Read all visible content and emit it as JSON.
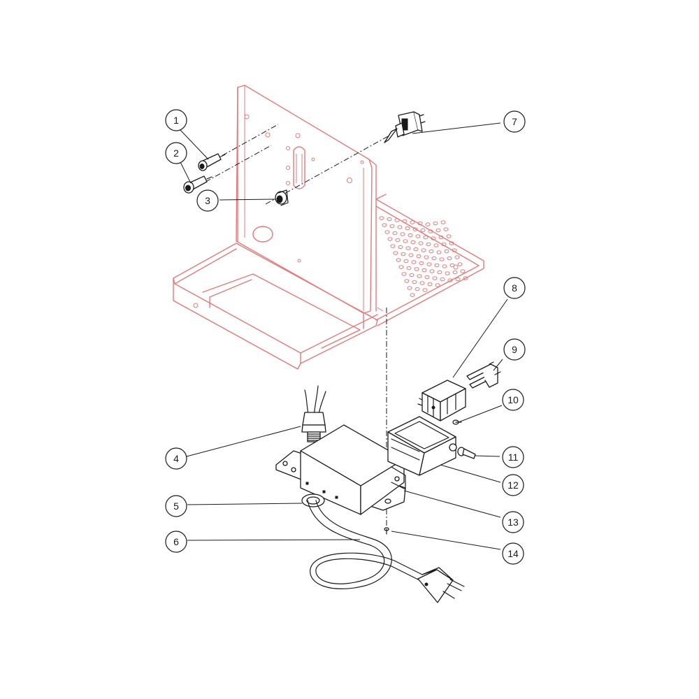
{
  "callouts": [
    {
      "id": "1",
      "label": "1"
    },
    {
      "id": "2",
      "label": "2"
    },
    {
      "id": "3",
      "label": "3"
    },
    {
      "id": "4",
      "label": "4"
    },
    {
      "id": "5",
      "label": "5"
    },
    {
      "id": "6",
      "label": "6"
    },
    {
      "id": "7",
      "label": "7"
    },
    {
      "id": "8",
      "label": "8"
    },
    {
      "id": "9",
      "label": "9"
    },
    {
      "id": "10",
      "label": "10"
    },
    {
      "id": "11",
      "label": "11"
    },
    {
      "id": "12",
      "label": "12"
    },
    {
      "id": "13",
      "label": "13"
    },
    {
      "id": "14",
      "label": "14"
    }
  ],
  "colors": {
    "frame": "#e07b7b",
    "parts": "#1a1a1a",
    "background": "#ffffff"
  }
}
